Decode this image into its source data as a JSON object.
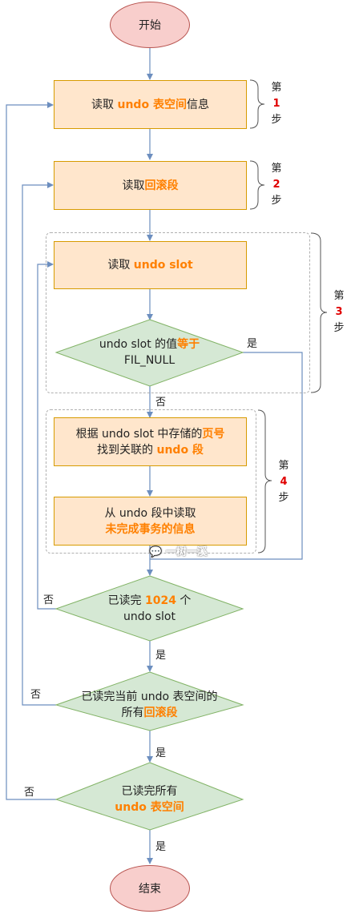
{
  "start": "开始",
  "end": "结束",
  "steps": {
    "s1": {
      "prefix": "第",
      "num": "1",
      "suffix": "步"
    },
    "s2": {
      "prefix": "第",
      "num": "2",
      "suffix": "步"
    },
    "s3": {
      "prefix": "第",
      "num": "3",
      "suffix": "步"
    },
    "s4": {
      "prefix": "第",
      "num": "4",
      "suffix": "步"
    }
  },
  "box1": {
    "a": "读取 ",
    "b": "undo 表空间",
    "c": "信息"
  },
  "box2": {
    "a": "读取",
    "b": "回滚段"
  },
  "box3": {
    "a": "读取 ",
    "b": "undo slot"
  },
  "dec1": {
    "l1a": "undo slot 的值",
    "l1b": "等于",
    "l2": "FIL_NULL"
  },
  "box4": {
    "l1a": "根据 undo slot 中存储的",
    "l1b": "页号",
    "l2a": "找到关联的 ",
    "l2b": "undo 段"
  },
  "box5": {
    "l1": "从 undo 段中读取",
    "l2": "未完成事务的信息"
  },
  "dec2": {
    "l1a": "已读完 ",
    "l1b": "1024",
    "l1c": " 个",
    "l2": "undo slot"
  },
  "dec3": {
    "l1": "已读完当前 undo 表空间的",
    "l2a": "所有",
    "l2b": "回滚段"
  },
  "dec4": {
    "l1": "已读完所有",
    "l2": "undo 表空间"
  },
  "labels": {
    "yes": "是",
    "no": "否"
  },
  "watermark": "一树一溪",
  "colors": {
    "process_fill": "#ffe6cc",
    "process_border": "#d79b00",
    "decision_fill": "#d5e8d4",
    "decision_border": "#82b366",
    "terminal_fill": "#f8cecc",
    "terminal_border": "#b85450",
    "connector": "#6c8ebf",
    "highlight": "#ff8000",
    "step_number": "#e00000"
  }
}
